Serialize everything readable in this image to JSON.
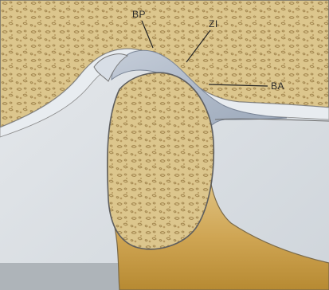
{
  "diagram": {
    "labels": {
      "bp": "BP",
      "zi": "ZI",
      "ba": "BA"
    }
  },
  "colors": {
    "page_background": "#d7dde3",
    "bone_tan": "#d9c38a",
    "bone_trabecula": "#a88a4f",
    "disc_blue": "#aeb8c8",
    "cartilage_outline": "#6b6b6b",
    "ramus_ochre": "#c9a04b"
  }
}
